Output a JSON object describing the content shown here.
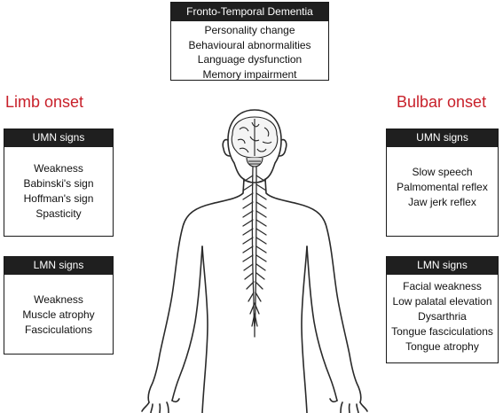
{
  "ftd": {
    "title": "Fronto-Temporal Dementia",
    "items": [
      "Personality change",
      "Behavioural abnormalities",
      "Language dysfunction",
      "Memory impairment"
    ]
  },
  "limb": {
    "title": "Limb onset",
    "umn": {
      "header": "UMN signs",
      "items": [
        "Weakness",
        "Babinski's sign",
        "Hoffman's sign",
        "Spasticity"
      ]
    },
    "lmn": {
      "header": "LMN signs",
      "items": [
        "Weakness",
        "Muscle atrophy",
        "Fasciculations"
      ]
    }
  },
  "bulbar": {
    "title": "Bulbar onset",
    "umn": {
      "header": "UMN signs",
      "items": [
        "Slow speech",
        "Palmomental reflex",
        "Jaw jerk reflex"
      ]
    },
    "lmn": {
      "header": "LMN signs",
      "items": [
        "Facial weakness",
        "Low palatal elevation",
        "Dysarthria",
        "Tongue fasciculations",
        "Tongue atrophy"
      ]
    }
  },
  "colors": {
    "onset_title": "#c8202a",
    "header_bg": "#1f1f1f",
    "header_text": "#ffffff",
    "outline": "#1a1a1a"
  },
  "icons": [
    "human-body-figure",
    "brain-icon",
    "spinal-cord-icon"
  ]
}
